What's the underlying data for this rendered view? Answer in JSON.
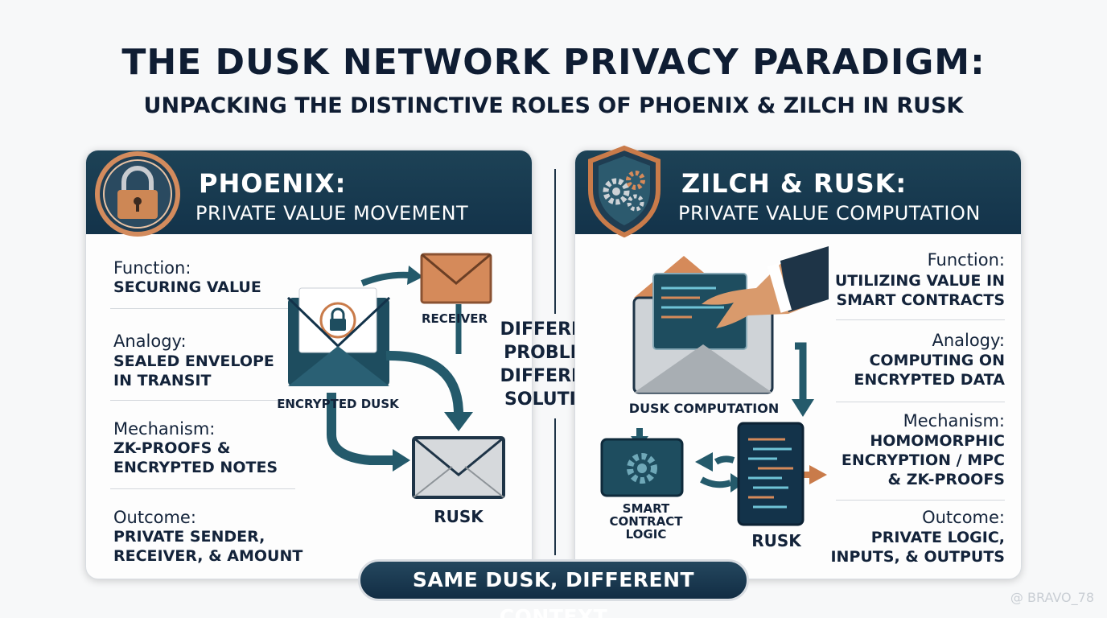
{
  "header": {
    "title": "THE DUSK NETWORK PRIVACY PARADIGM:",
    "subtitle": "UNPACKING THE DISTINCTIVE ROLES OF PHOENIX & ZILCH IN RUSK"
  },
  "left_panel": {
    "title": "PHOENIX:",
    "subtitle": "PRIVATE VALUE MOVEMENT",
    "icon": "padlock-icon",
    "rows": [
      {
        "label": "Function:",
        "value_lines": [
          "SECURING VALUE"
        ]
      },
      {
        "label": "Analogy:",
        "value_lines": [
          "SEALED ENVELOPE",
          "IN TRANSIT"
        ]
      },
      {
        "label": "Mechanism:",
        "value_lines": [
          "ZK-PROOFS &",
          "ENCRYPTED NOTES"
        ]
      },
      {
        "label": "Outcome:",
        "value_lines": [
          "PRIVATE SENDER,",
          "RECEIVER, & AMOUNT"
        ]
      }
    ],
    "diagram": {
      "envelope_label": "ENCRYPTED DUSK",
      "receiver_label": "RECEIVER",
      "rusk_label": "RUSK"
    }
  },
  "center": {
    "lines": [
      "DIFFERENT",
      "PROBLEM,",
      "DIFFERENT",
      "SOLUTION"
    ]
  },
  "right_panel": {
    "title": "ZILCH & RUSK:",
    "subtitle": "PRIVATE VALUE COMPUTATION",
    "icon": "shield-gears-icon",
    "rows": [
      {
        "label": "Function:",
        "value_lines": [
          "UTILIZING VALUE IN",
          "SMART CONTRACTS"
        ]
      },
      {
        "label": "Analogy:",
        "value_lines": [
          "COMPUTING ON",
          "ENCRYPTED DATA"
        ]
      },
      {
        "label": "Mechanism:",
        "value_lines": [
          "HOMOMORPHIC",
          "ENCRYPTION / MPC",
          "& ZK-PROOFS"
        ]
      },
      {
        "label": "Outcome:",
        "value_lines": [
          "PRIVATE LOGIC,",
          "INPUTS, & OUTPUTS"
        ]
      }
    ],
    "diagram": {
      "envelope_label": "DUSK COMPUTATION",
      "contract_label_lines": [
        "SMART",
        "CONTRACT",
        "LOGIC"
      ],
      "rusk_label": "RUSK"
    }
  },
  "footer": {
    "label": "SAME DUSK, DIFFERENT CONTEXT"
  },
  "watermark": "@ BRAVO_78",
  "colors": {
    "navy": "#13334a",
    "teal": "#1f5a6e",
    "copper": "#c97b4a",
    "silver": "#c8ccd0"
  }
}
